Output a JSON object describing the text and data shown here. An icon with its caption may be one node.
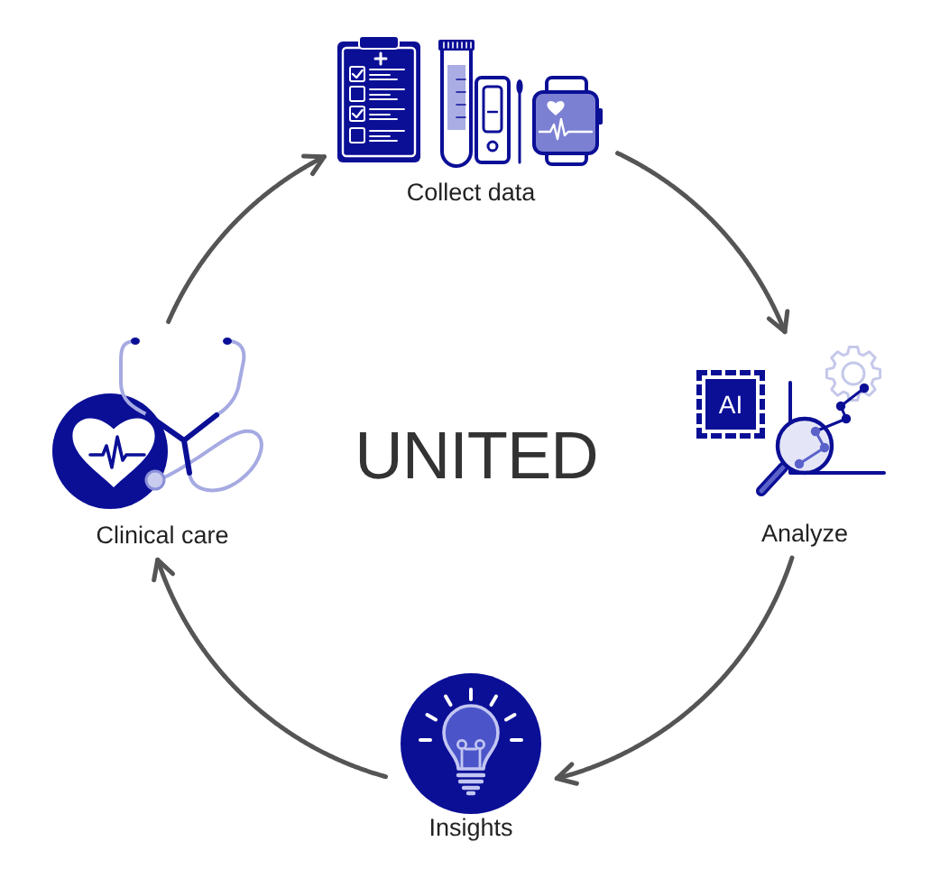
{
  "diagram": {
    "title": "UNITED",
    "nodes": [
      {
        "text": [
          "Collect data"
        ]
      },
      {
        "text": [
          "AI",
          "Analyze"
        ]
      },
      {
        "text": [
          "Insights"
        ]
      },
      {
        "text": [
          "Clinical care"
        ]
      }
    ],
    "edges": [
      {
        "from": 0,
        "to": 1,
        "arrow": "to"
      },
      {
        "from": 1,
        "to": 2,
        "arrow": "to"
      },
      {
        "from": 2,
        "to": 3,
        "arrow": "to"
      },
      {
        "from": 3,
        "to": 0,
        "arrow": "to"
      }
    ]
  }
}
